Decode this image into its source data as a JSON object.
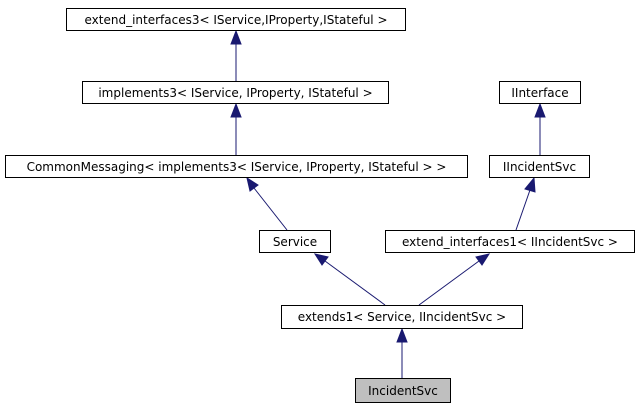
{
  "diagram": {
    "nodes": {
      "extend_interfaces3": "extend_interfaces3< IService,IProperty,IStateful >",
      "implements3": "implements3< IService, IProperty, IStateful >",
      "common_messaging": "CommonMessaging< implements3< IService, IProperty, IStateful > >",
      "service": "Service",
      "extends1": "extends1< Service, IIncidentSvc >",
      "incident_svc": "IncidentSvc",
      "iinterface": "IInterface",
      "iincident_svc": "IIncidentSvc",
      "extend_interfaces1": "extend_interfaces1< IIncidentSvc >"
    },
    "edges": [
      {
        "from": "implements3",
        "to": "extend_interfaces3"
      },
      {
        "from": "common_messaging",
        "to": "implements3"
      },
      {
        "from": "service",
        "to": "common_messaging"
      },
      {
        "from": "extends1",
        "to": "service"
      },
      {
        "from": "incident_svc",
        "to": "extends1"
      },
      {
        "from": "iincident_svc",
        "to": "iinterface"
      },
      {
        "from": "extend_interfaces1",
        "to": "iincident_svc"
      },
      {
        "from": "extends1",
        "to": "extend_interfaces1"
      }
    ],
    "current_node": "incident_svc",
    "colors": {
      "edge": "#191970",
      "node_border": "#000000",
      "node_fill": "#ffffff",
      "current_fill": "#bfbfbf"
    }
  }
}
